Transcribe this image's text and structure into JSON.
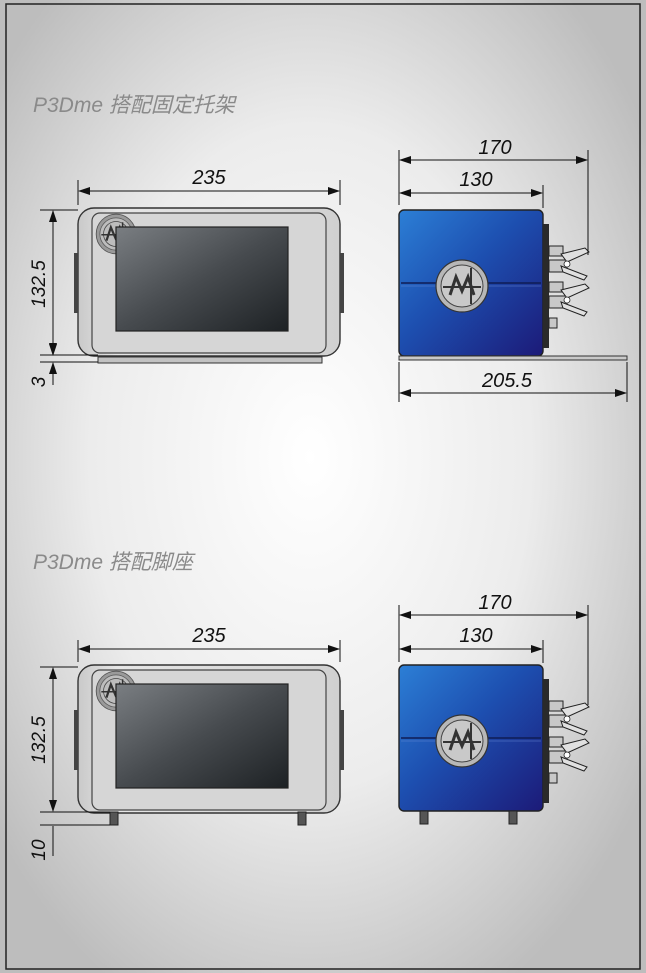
{
  "sections": [
    {
      "title": "P3Dme 搭配固定托架",
      "front_width": "235",
      "front_height": "132.5",
      "base_height": "3",
      "side_total_depth": "170",
      "side_body_depth": "130",
      "bracket_length": "205.5"
    },
    {
      "title": "P3Dme 搭配脚座",
      "front_width": "235",
      "front_height": "132.5",
      "base_height": "10",
      "side_total_depth": "170",
      "side_body_depth": "130"
    }
  ],
  "colors": {
    "body_blue": "#1c3fa8",
    "panel_gray": "#d9d9d9",
    "screen_dark": "#3a3d40"
  }
}
